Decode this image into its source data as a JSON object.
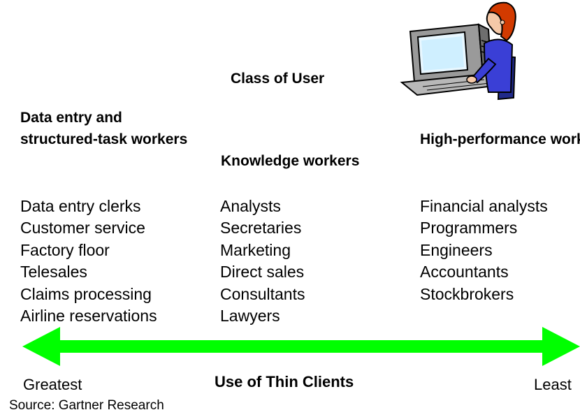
{
  "title": "Class of User",
  "columns": [
    {
      "heading": "Data entry and structured-task workers",
      "items": [
        "Data entry clerks",
        "Customer service",
        "Factory floor",
        "Telesales",
        "Claims processing",
        "Airline reservations"
      ]
    },
    {
      "heading": "Knowledge workers",
      "items": [
        "Analysts",
        "Secretaries",
        "Marketing",
        "Direct sales",
        "Consultants",
        "Lawyers"
      ]
    },
    {
      "heading": "High-performance workers",
      "items": [
        "Financial analysts",
        "Programmers",
        "Engineers",
        "Accountants",
        "Stockbrokers"
      ]
    }
  ],
  "axis": {
    "title": "Use of Thin Clients",
    "left_end": "Greatest",
    "right_end": "Least",
    "arrow_color": "#00ff00"
  },
  "source": "Source: Gartner Research",
  "illustration": "person-at-computer-clipart"
}
